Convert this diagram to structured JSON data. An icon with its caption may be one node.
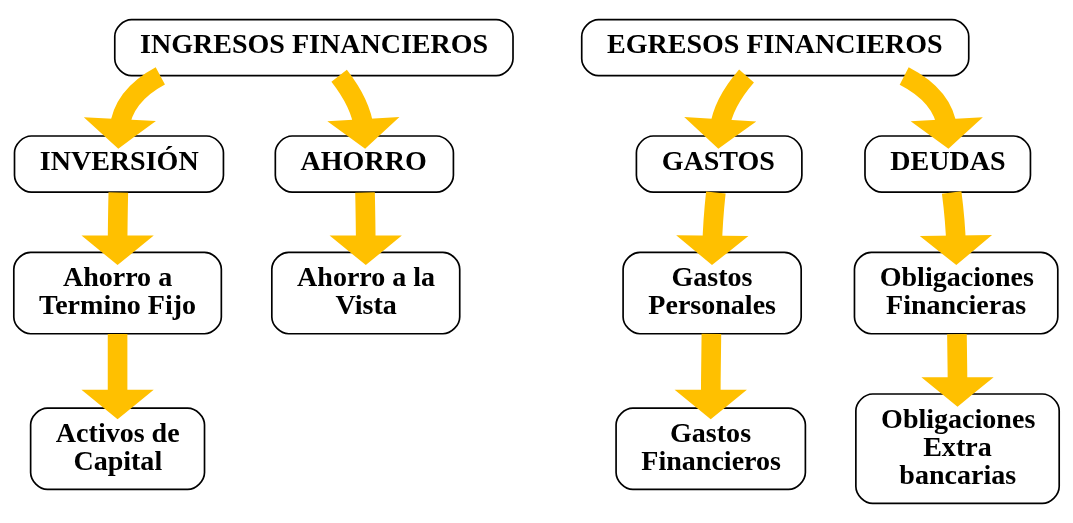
{
  "diagram": {
    "nodes": [
      {
        "text": [
          "INGRESOS FINANCIEROS"
        ]
      },
      {
        "text": [
          "INVERSIÓN"
        ]
      },
      {
        "text": [
          "AHORRO"
        ]
      },
      {
        "text": [
          "Ahorro a Termino Fijo"
        ]
      },
      {
        "text": [
          "Ahorro a la Vista"
        ]
      },
      {
        "text": [
          "Activos de Capital"
        ]
      },
      {
        "text": [
          "EGRESOS FINANCIEROS"
        ]
      },
      {
        "text": [
          "GASTOS"
        ]
      },
      {
        "text": [
          "DEUDAS"
        ]
      },
      {
        "text": [
          "Gastos Personales"
        ]
      },
      {
        "text": [
          "Obligaciones Financieras"
        ]
      },
      {
        "text": [
          "Gastos Financieros"
        ]
      },
      {
        "text": [
          "Obligaciones Extra bancarias"
        ]
      }
    ],
    "edges": [
      {
        "from": 0,
        "to": 1,
        "arrow": "to"
      },
      {
        "from": 0,
        "to": 2,
        "arrow": "to"
      },
      {
        "from": 1,
        "to": 3,
        "arrow": "to"
      },
      {
        "from": 2,
        "to": 4,
        "arrow": "to"
      },
      {
        "from": 3,
        "to": 5,
        "arrow": "to"
      },
      {
        "from": 6,
        "to": 7,
        "arrow": "to"
      },
      {
        "from": 6,
        "to": 8,
        "arrow": "to"
      },
      {
        "from": 7,
        "to": 9,
        "arrow": "to"
      },
      {
        "from": 8,
        "to": 10,
        "arrow": "to"
      },
      {
        "from": 9,
        "to": 11,
        "arrow": "to"
      },
      {
        "from": 10,
        "to": 12,
        "arrow": "to"
      }
    ]
  }
}
